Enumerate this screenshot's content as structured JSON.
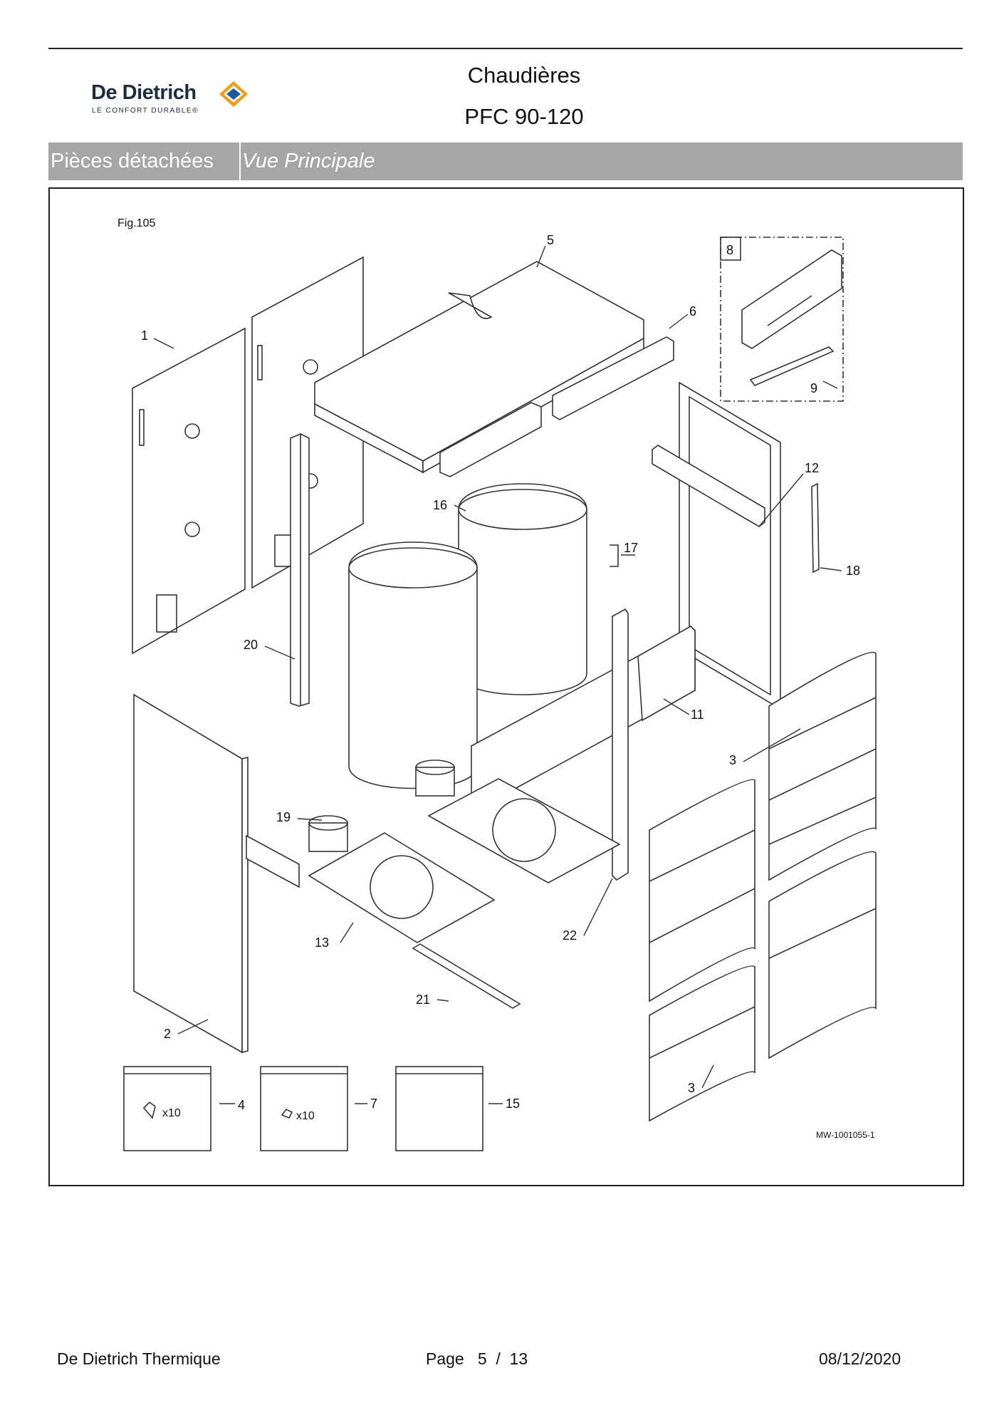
{
  "header": {
    "brand_name": "De Dietrich",
    "brand_tagline": "LE CONFORT DURABLE®",
    "title": "Chaudières",
    "model": "PFC 90-120"
  },
  "section_band": {
    "category": "Pièces détachées",
    "view": "Vue Principale"
  },
  "figure": {
    "fig_label": "Fig.105",
    "reference": "MW-1001055-1",
    "part_labels": {
      "p1": "1",
      "p2": "2",
      "p3a": "3",
      "p3b": "3",
      "p4": "4",
      "p5": "5",
      "p6": "6",
      "p7": "7",
      "p8": "8",
      "p9": "9",
      "p11": "11",
      "p12": "12",
      "p13": "13",
      "p15": "15",
      "p16": "16",
      "p17": "17",
      "p18": "18",
      "p19": "19",
      "p20": "20",
      "p21": "21",
      "p22": "22"
    },
    "kit_quantity_4": "x10",
    "kit_quantity_7": "x10"
  },
  "footer": {
    "company": "De Dietrich Thermique",
    "page_text": "Page   5  /  13",
    "date": "08/12/2020"
  }
}
